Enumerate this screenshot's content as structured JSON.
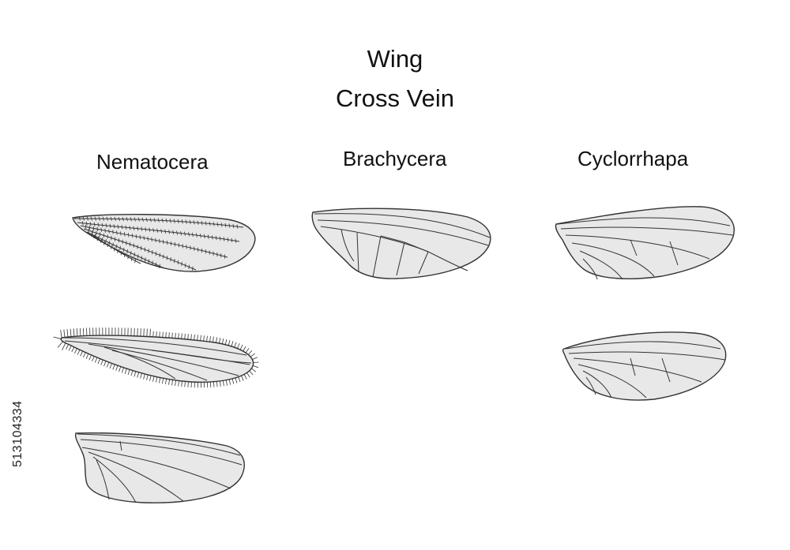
{
  "title": {
    "line1": "Wing",
    "line2": "Cross Vein"
  },
  "columns": [
    {
      "label": "Nematocera",
      "wings": 3
    },
    {
      "label": "Brachycera",
      "wings": 1
    },
    {
      "label": "Cyclorrhapa",
      "wings": 2
    }
  ],
  "watermark": "513104334",
  "colors": {
    "wing_fill": "#e8e8e8",
    "vein_stroke": "#333333",
    "text": "#111111"
  }
}
